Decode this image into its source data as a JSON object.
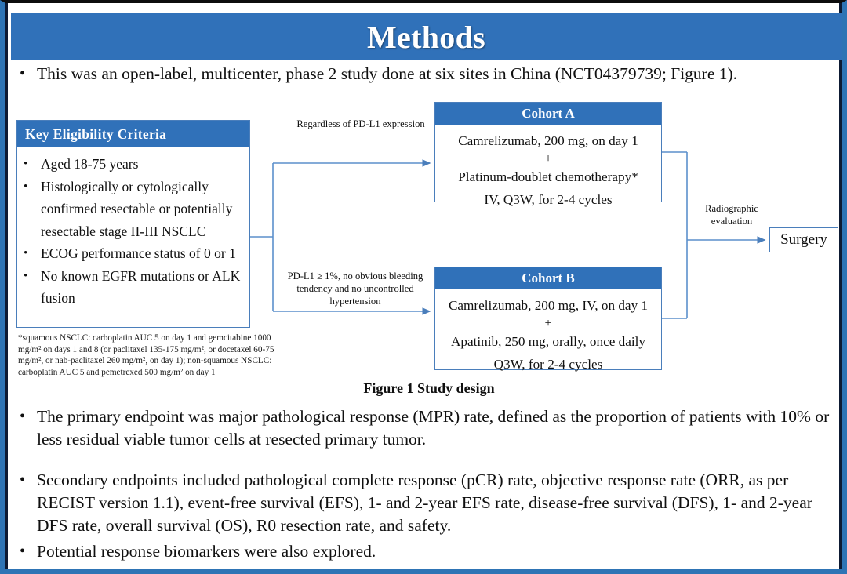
{
  "slide": {
    "title": "Methods",
    "accent_color": "#3071B9",
    "border_color": "#2E74B5",
    "text_color": "#101010"
  },
  "intro_bullet": {
    "marker": "•",
    "text": "This was an open-label, multicenter, phase 2 study done at six sites in China (NCT04379739; Figure 1)."
  },
  "figure": {
    "caption": "Figure 1 Study design",
    "eligibility": {
      "header": "Key  Eligibility Criteria",
      "marker": "•",
      "items": [
        "Aged 18-75 years",
        "Histologically or cytologically confirmed resectable or potentially resectable stage II-III NSCLC",
        "ECOG performance status of 0 or 1",
        "No known EGFR mutations or ALK fusion"
      ]
    },
    "footnote": "*squamous NSCLC: carboplatin AUC 5 on day 1 and gemcitabine 1000 mg/m² on days 1 and 8 (or paclitaxel 135-175 mg/m², or docetaxel 60-75 mg/m², or nab-paclitaxel 260 mg/m², on day 1); non-squamous NSCLC: carboplatin AUC 5 and pemetrexed 500 mg/m² on day 1",
    "cohort_a": {
      "header": "Cohort A",
      "line1": "Camrelizumab, 200 mg, on day 1",
      "plus": "+",
      "line2": "Platinum-doublet chemotherapy*",
      "line3": "IV, Q3W, for 2-4 cycles"
    },
    "cohort_b": {
      "header": "Cohort B",
      "line1": "Camrelizumab, 200 mg, IV, on day 1",
      "plus": "+",
      "line2": "Apatinib, 250 mg, orally, once daily",
      "line3": "Q3W, for 2-4 cycles"
    },
    "arrow_label_top": "Regardless of PD-L1 expression",
    "arrow_label_bottom": "PD-L1 ≥ 1%, no obvious bleeding tendency and no uncontrolled hypertension",
    "arrow_label_right": "Radiographic evaluation",
    "surgery": "Surgery"
  },
  "bullets": [
    {
      "marker": "•",
      "text": "The primary endpoint was major pathological response (MPR) rate, defined as the proportion of patients with 10% or less residual viable tumor cells at resected primary tumor."
    },
    {
      "marker": "•",
      "text": "Secondary endpoints included pathological complete response (pCR) rate, objective response rate (ORR, as per RECIST version 1.1), event-free survival (EFS), 1- and 2-year EFS rate, disease-free survival (DFS), 1- and 2-year DFS rate, overall survival (OS), R0 resection rate, and safety."
    },
    {
      "marker": "•",
      "text": "Potential response biomarkers were also explored."
    }
  ]
}
